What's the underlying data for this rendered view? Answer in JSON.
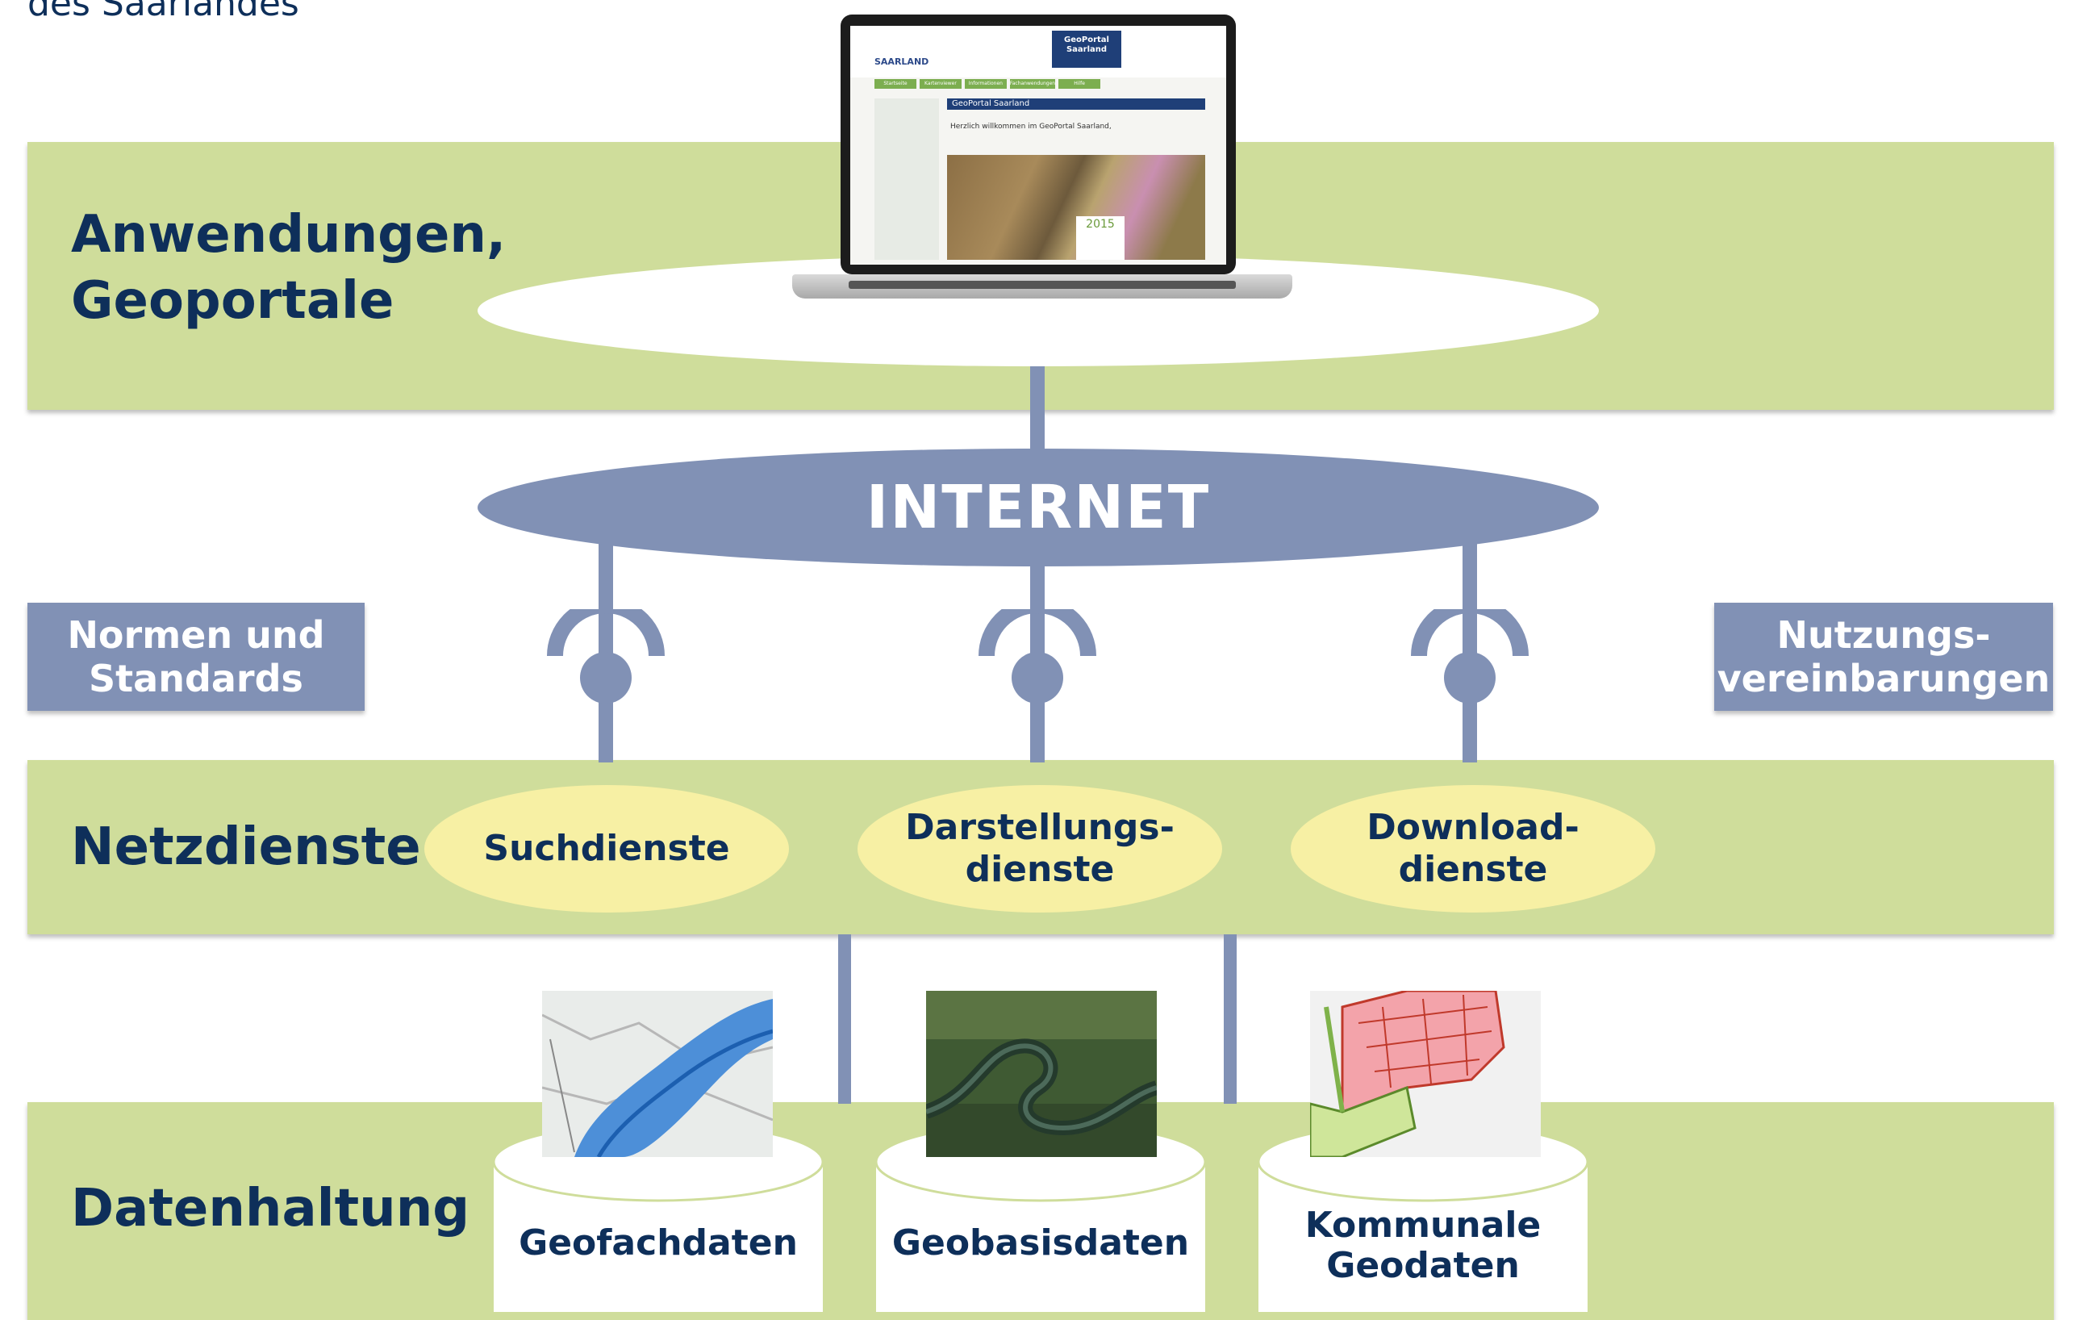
{
  "caption": "des Saarlandes",
  "layers": {
    "applications": "Anwendungen,\nGeoportale",
    "network": "Netzdienste",
    "storage": "Datenhaltung"
  },
  "internet": "INTERNET",
  "side_boxes": {
    "left": "Normen und\nStandards",
    "right": "Nutzungs-\nvereinbarungen"
  },
  "services": [
    {
      "label": "Suchdienste"
    },
    {
      "label": "Darstellungs-\ndienste"
    },
    {
      "label": "Download-\ndienste"
    }
  ],
  "datasets": [
    {
      "label": "Geofachdaten"
    },
    {
      "label": "Geobasisdaten"
    },
    {
      "label": "Kommunale\nGeodaten"
    }
  ],
  "laptop_screen": {
    "brand": "SAARLAND",
    "logo": "GeoPortal\nSaarland",
    "nav": [
      "Startseite",
      "Kartenviewer",
      "Informationen",
      "Fachanwendungen",
      "Hilfe"
    ],
    "title": "GeoPortal Saarland",
    "welcome": "Herzlich willkommen im GeoPortal Saarland,",
    "badge": "2015"
  },
  "colors": {
    "band": "#cfdd9b",
    "connector": "#8191b5",
    "service_ellipse": "#f7f0a4",
    "text_dark": "#0e2f5a"
  }
}
